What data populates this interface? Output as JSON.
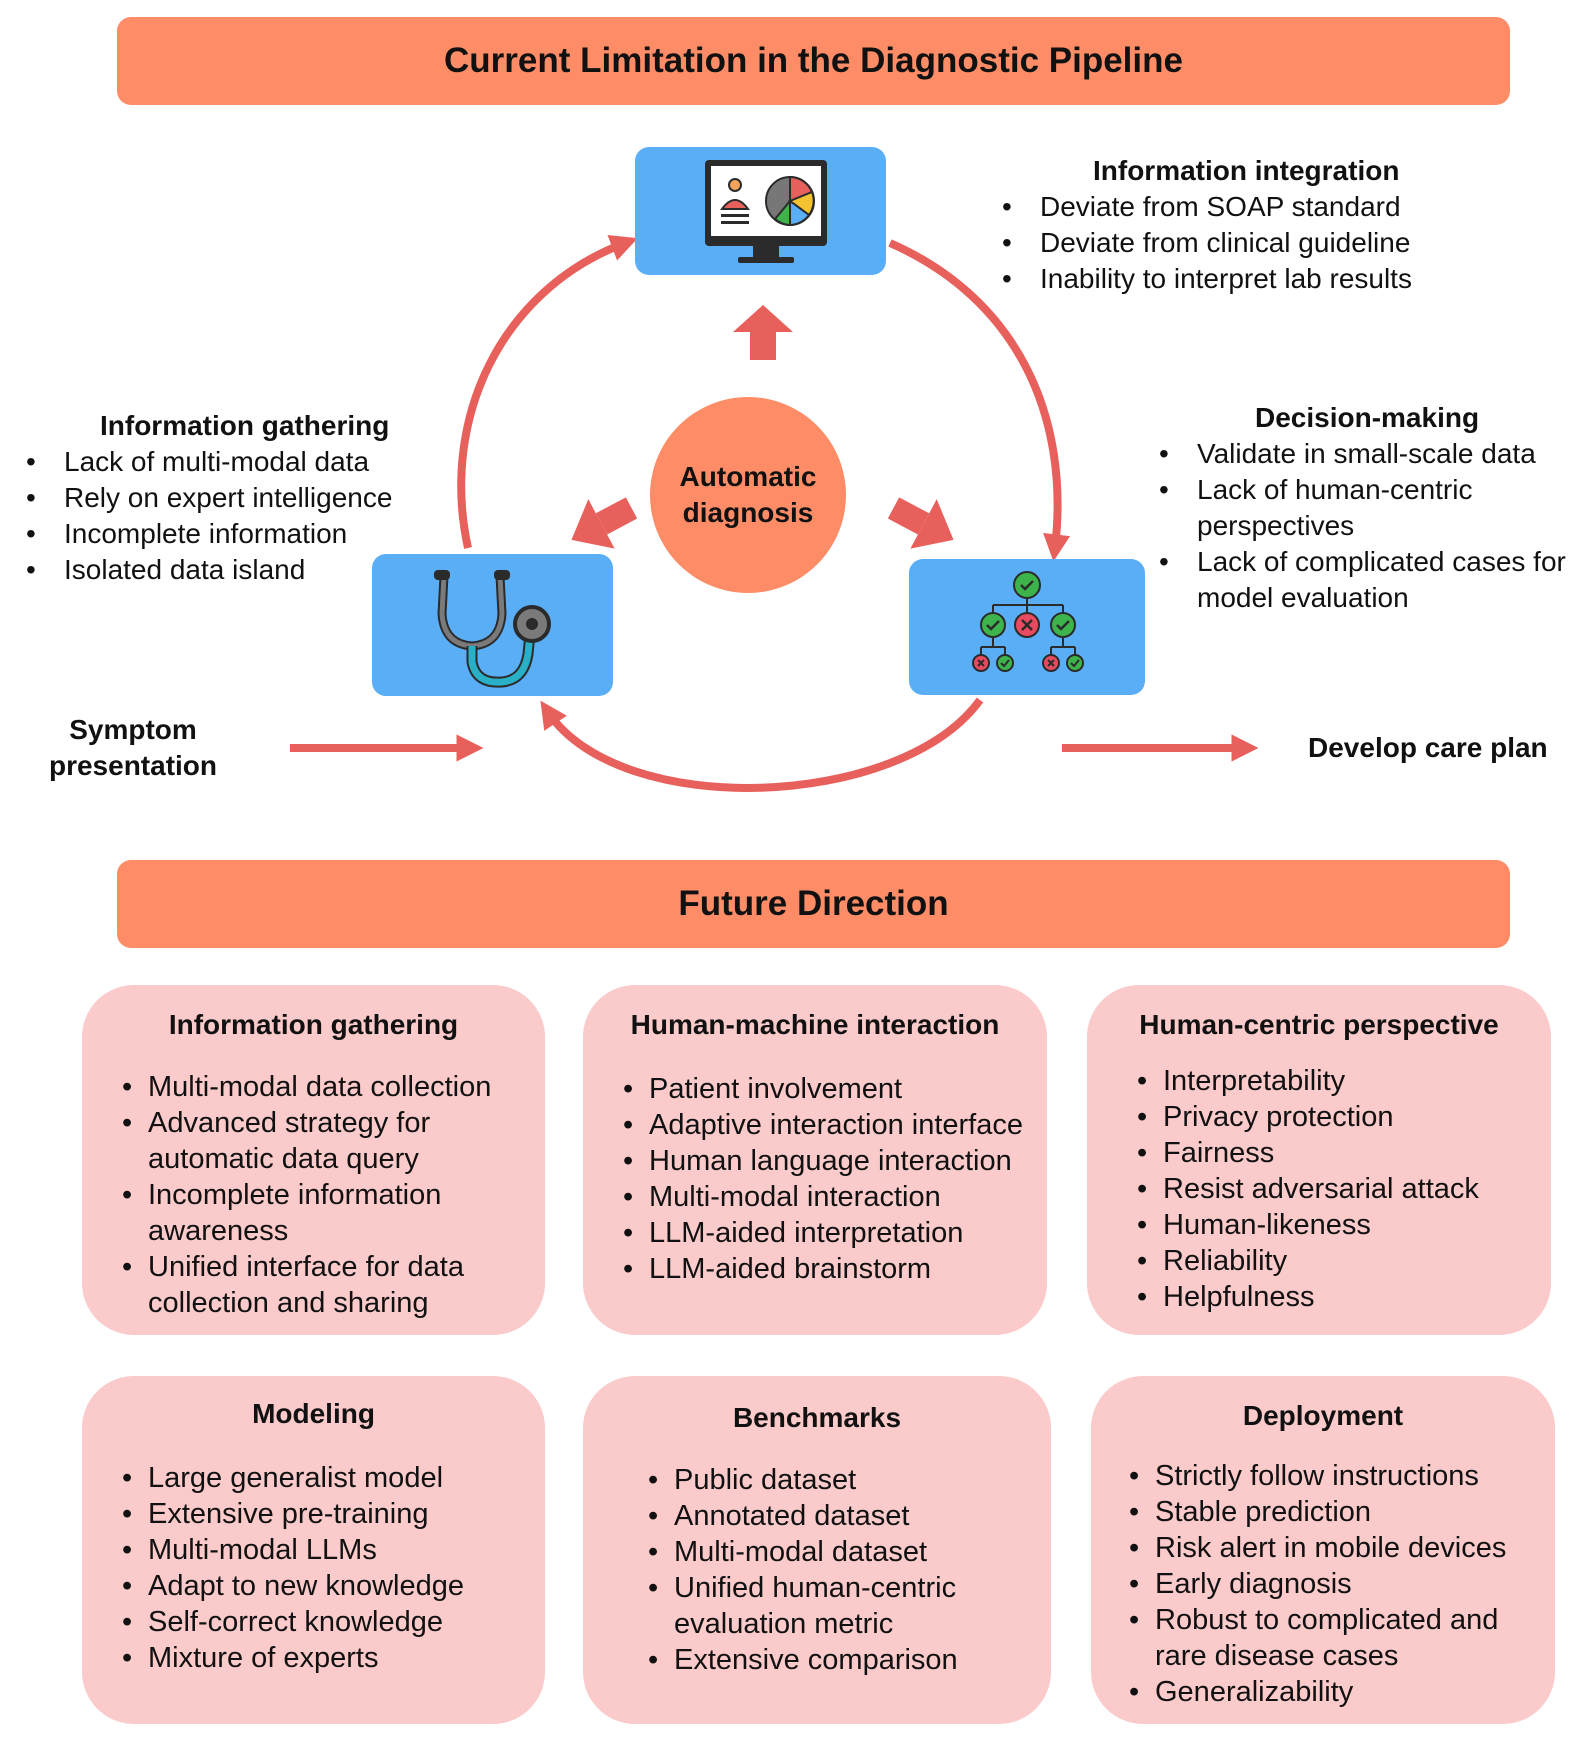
{
  "top_banner": "Current Limitation in the Diagnostic Pipeline",
  "bottom_banner": "Future Direction",
  "center": {
    "line1": "Automatic",
    "line2": "diagnosis"
  },
  "stages": {
    "symptom": {
      "line1": "Symptom",
      "line2": "presentation"
    },
    "care_plan": "Develop care plan"
  },
  "limitations": {
    "integration": {
      "title": "Information integration",
      "items": [
        "Deviate from SOAP standard",
        "Deviate from clinical guideline",
        "Inability to interpret lab results"
      ]
    },
    "gathering": {
      "title": "Information gathering",
      "items": [
        "Lack of multi-modal data",
        "Rely on expert intelligence",
        "Incomplete information",
        "Isolated data island"
      ]
    },
    "decision": {
      "title": "Decision-making",
      "items": [
        "Validate in small-scale data",
        "Lack of human-centric perspectives",
        "Lack of complicated cases for model evaluation"
      ]
    }
  },
  "icons": {
    "integration": "monitor-with-patient-and-pie-chart-icon",
    "gathering": "stethoscope-icon",
    "decision": "decision-tree-icon"
  },
  "colors": {
    "banner": "#fe8d67",
    "arrow": "#e8605c",
    "icon_box": "#5aaef6",
    "card": "#fbcaca",
    "circle": "#fe8d67"
  },
  "future": {
    "gathering": {
      "title": "Information gathering",
      "items": [
        "Multi-modal data collection",
        "Advanced strategy for automatic data query",
        "Incomplete information awareness",
        "Unified interface for data collection and sharing"
      ]
    },
    "hmi": {
      "title": "Human-machine interaction",
      "items": [
        "Patient involvement",
        "Adaptive interaction interface",
        "Human language interaction",
        "Multi-modal interaction",
        "LLM-aided interpretation",
        "LLM-aided brainstorm"
      ]
    },
    "human_centric": {
      "title": "Human-centric perspective",
      "items": [
        "Interpretability",
        "Privacy protection",
        "Fairness",
        "Resist adversarial attack",
        "Human-likeness",
        "Reliability",
        "Helpfulness"
      ]
    },
    "modeling": {
      "title": "Modeling",
      "items": [
        "Large generalist model",
        "Extensive pre-training",
        "Multi-modal LLMs",
        "Adapt to new knowledge",
        "Self-correct knowledge",
        "Mixture of experts"
      ]
    },
    "benchmarks": {
      "title": "Benchmarks",
      "items": [
        "Public dataset",
        "Annotated dataset",
        "Multi-modal dataset",
        "Unified human-centric evaluation metric",
        "Extensive comparison"
      ]
    },
    "deployment": {
      "title": "Deployment",
      "items": [
        "Strictly follow instructions",
        "Stable prediction",
        "Risk alert in mobile devices",
        "Early diagnosis",
        "Robust to complicated and rare disease cases",
        "Generalizability"
      ]
    }
  }
}
